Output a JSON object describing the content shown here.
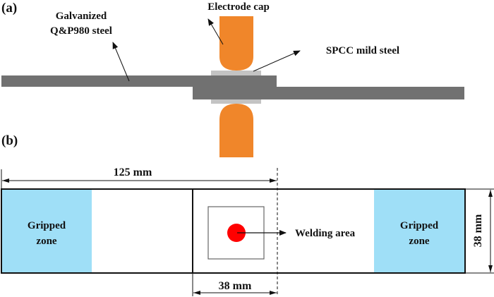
{
  "panels": {
    "a": {
      "label": "(a)",
      "annotations": {
        "electrode": "Electrode cap",
        "galvanized_line1": "Galvanized",
        "galvanized_line2": "Q&P980 steel",
        "spcc": "SPCC mild steel"
      }
    },
    "b": {
      "label": "(b)",
      "gripped_zone_left": {
        "line1": "Gripped",
        "line2": "zone"
      },
      "gripped_zone_right": {
        "line1": "Gripped",
        "line2": "zone"
      },
      "welding_area": "Welding area",
      "dimensions": {
        "length": "125 mm",
        "overlap": "38 mm",
        "width": "38 mm"
      }
    }
  },
  "colors": {
    "electrode": "#f0862a",
    "steel": "#717171",
    "zinc_coating": "#c3c3c3",
    "gripped_zone": "#9fdff7",
    "weld_spot": "#ff0000",
    "line": "#111111"
  }
}
